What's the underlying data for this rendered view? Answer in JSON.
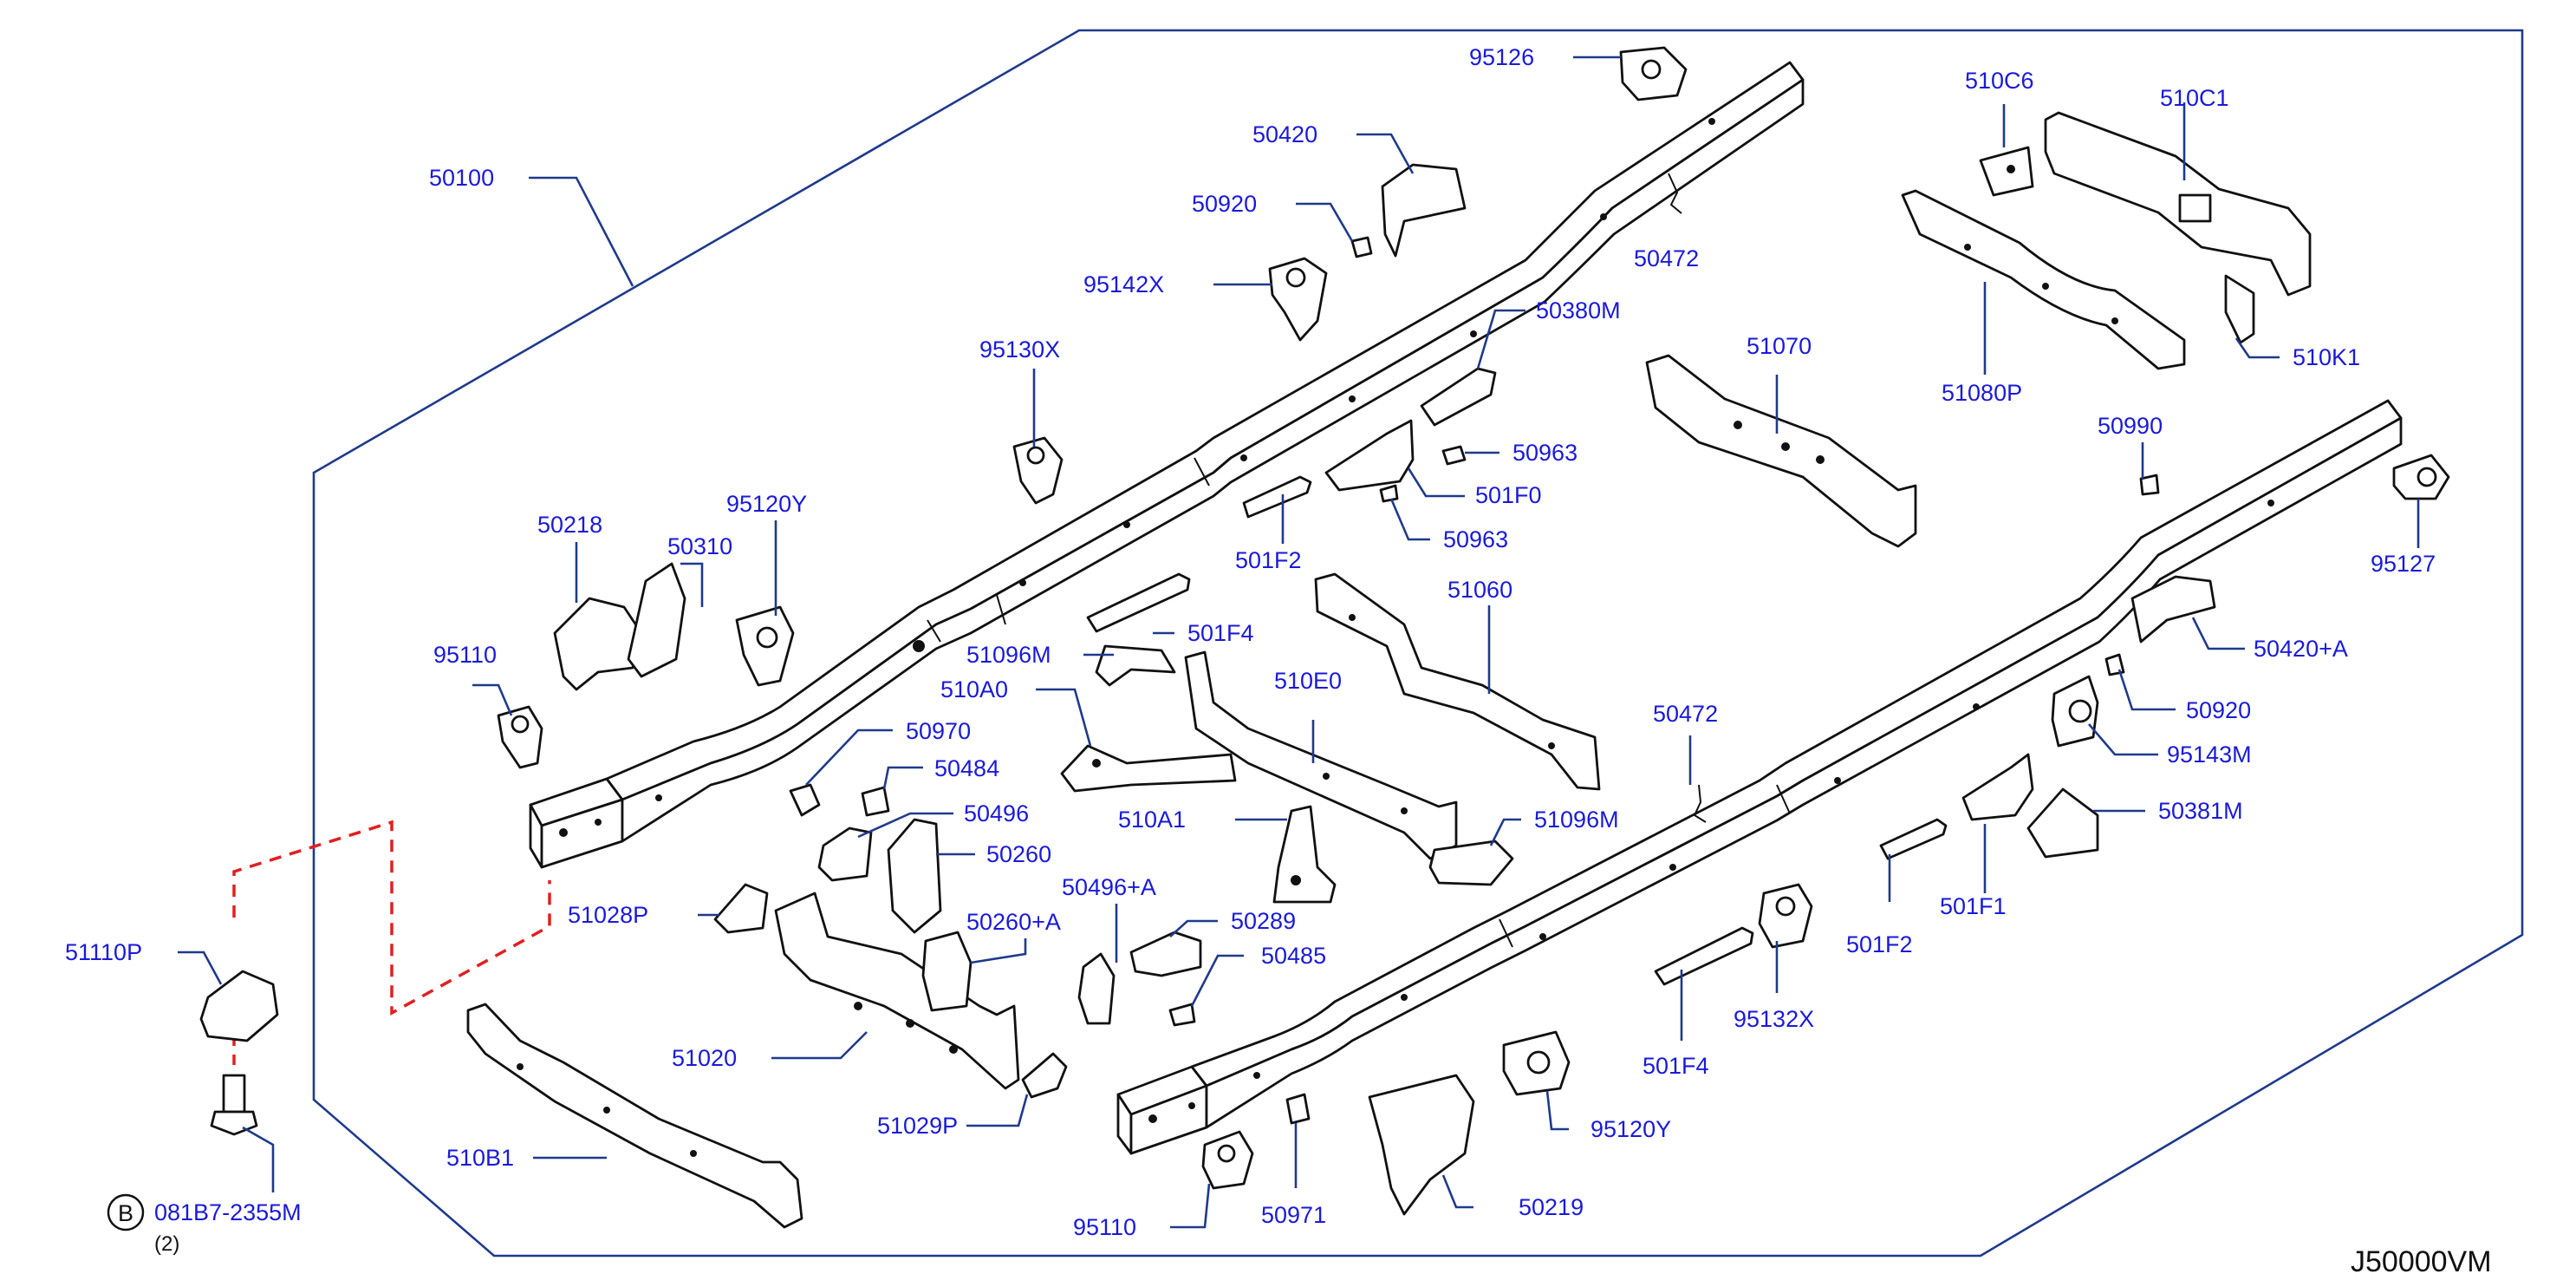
{
  "diagram_code": "J50000VM",
  "bolt_callout": {
    "circle_letter": "B",
    "part": "081B7-2355M",
    "qty": "(2)"
  },
  "labels": {
    "p50100": "50100",
    "p95126": "95126",
    "p50420": "50420",
    "p50920a": "50920",
    "p95142X": "95142X",
    "p50472a": "50472",
    "p510C6": "510C6",
    "p510C1": "510C1",
    "p51080P": "51080P",
    "p510K1": "510K1",
    "p95130X": "95130X",
    "p50380M": "50380M",
    "p51070": "51070",
    "p50963a": "50963",
    "p501F0": "501F0",
    "p50963b": "50963",
    "p501F2a": "501F2",
    "p50990": "50990",
    "p95127": "95127",
    "p50218": "50218",
    "p50310": "50310",
    "p95120Ya": "95120Y",
    "p95110a": "95110",
    "p501F4a": "501F4",
    "p51060": "51060",
    "p51096Ma": "51096M",
    "p510A0": "510A0",
    "p510E0": "510E0",
    "p50420A": "50420+A",
    "p50920b": "50920",
    "p50970": "50970",
    "p50484": "50484",
    "p50472b": "50472",
    "p95143M": "95143M",
    "p50496": "50496",
    "p510A1": "510A1",
    "p51096Mb": "51096M",
    "p50381M": "50381M",
    "p50260": "50260",
    "p51028P": "51028P",
    "p50496A": "50496+A",
    "p50289": "50289",
    "p50260A": "50260+A",
    "p50485": "50485",
    "p501F2b": "501F2",
    "p501F1": "501F1",
    "p51110P": "51110P",
    "p95132X": "95132X",
    "p51020": "51020",
    "p501F4b": "501F4",
    "p51029P": "51029P",
    "p95120Yb": "95120Y",
    "p510B1": "510B1",
    "p95110b": "95110",
    "p50971": "50971",
    "p50219": "50219"
  }
}
